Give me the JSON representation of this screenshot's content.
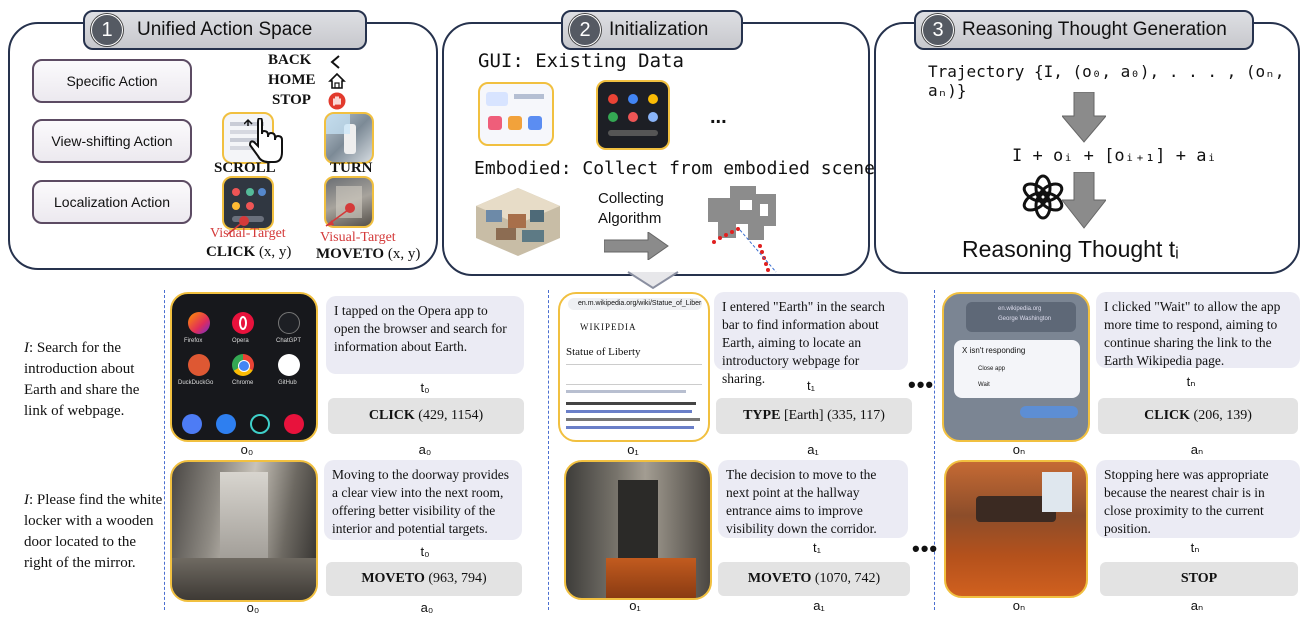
{
  "panel1": {
    "num": "1",
    "title": "Unified Action Space",
    "specific_action": "Specific Action",
    "view_shifting_action": "View-shifting Action",
    "localization_action": "Localization Action",
    "back": "BACK",
    "home": "HOME",
    "stop": "STOP",
    "scroll": "SCROLL",
    "turn": "TURN",
    "visual_target": "Visual-Target",
    "click": "CLICK",
    "click_args": "(x, y)",
    "moveto": "MOVETO",
    "moveto_args": "(x, y)"
  },
  "panel2": {
    "num": "2",
    "title": "Initialization",
    "gui": "GUI: Existing Data",
    "ellipsis": "...",
    "embodied": "Embodied: Collect from embodied scene",
    "collecting": "Collecting",
    "algorithm": "Algorithm"
  },
  "panel3": {
    "num": "3",
    "title": "Reasoning Thought Generation",
    "trajectory": "Trajectory {I, (o₀, a₀), . . . , (oₙ, aₙ)}",
    "formula": "I + oᵢ + [oᵢ₊₁] + aᵢ",
    "reasoning": "Reasoning Thought  tᵢ"
  },
  "row1": {
    "instruction_prefix": "I",
    "instruction": ":  Search for the introduction about Earth and share the link of webpage.",
    "thought0": "I tapped on the Opera app to open the browser and search for information about Earth.",
    "t0": "t₀",
    "action0_bold": "CLICK",
    "action0_rest": " (429, 1154)",
    "o0": "o₀",
    "a0": "a₀",
    "thought1": "I entered \"Earth\" in the search bar to find information about Earth, aiming to locate an introductory webpage for sharing.",
    "t1": "t₁",
    "action1_bold": "TYPE",
    "action1_rest": " [Earth] (335, 117)",
    "o1": "o₁",
    "a1": "a₁",
    "thoughtn": "I clicked  \"Wait\" to allow the app more time to respond, aiming to continue sharing the link to the Earth Wikipedia page.",
    "tn": "tₙ",
    "actionn_bold": "CLICK",
    "actionn_rest": " (206, 139)",
    "on": "oₙ",
    "an": "aₙ",
    "ellipsis": "•••"
  },
  "row2": {
    "instruction_prefix": "I",
    "instruction": ": Please find the white locker with a wooden door located to the right of the mirror.",
    "thought0": "Moving to the doorway provides a clear view into the next room, offering better visibility of the interior and potential targets.",
    "t0": "t₀",
    "action0_bold": "MOVETO",
    "action0_rest": " (963, 794)",
    "o0": "o₀",
    "a0": "a₀",
    "thought1": "The decision to move to the next point at the hallway entrance aims to improve visibility down the corridor.",
    "t1": "t₁",
    "action1_bold": "MOVETO",
    "action1_rest": " (1070, 742)",
    "o1": "o₁",
    "a1": "a₁",
    "thoughtn": "Stopping here was appropriate because the nearest chair is in close proximity to the current position.",
    "tn": "tₙ",
    "actionn_bold": "STOP",
    "on": "oₙ",
    "an": "aₙ",
    "ellipsis": "•••"
  },
  "phone": {
    "apps": [
      "Firefox",
      "Opera",
      "ChatGPT",
      "DuckDuckGo",
      "Chrome",
      "GitHub"
    ],
    "wiki_url": "en.m.wikipedia.org/wiki/Statue_of_Liberty",
    "wiki_logo": "WIKIPEDIA",
    "wiki_title": "Statue of Liberty",
    "dialog_title": "X isn't responding",
    "close_app": "Close app",
    "wait": "Wait",
    "wiki_snippet": "en.wikipedia.org",
    "wiki_snippet2": "George Washington"
  },
  "colors": {
    "border": "#26324d",
    "thumb_border": "#f1c040",
    "bubble": "#ebebf4",
    "action_box": "#e3e3e3",
    "dash": "#4a6fd0",
    "visual_target": "#d43a3a"
  }
}
